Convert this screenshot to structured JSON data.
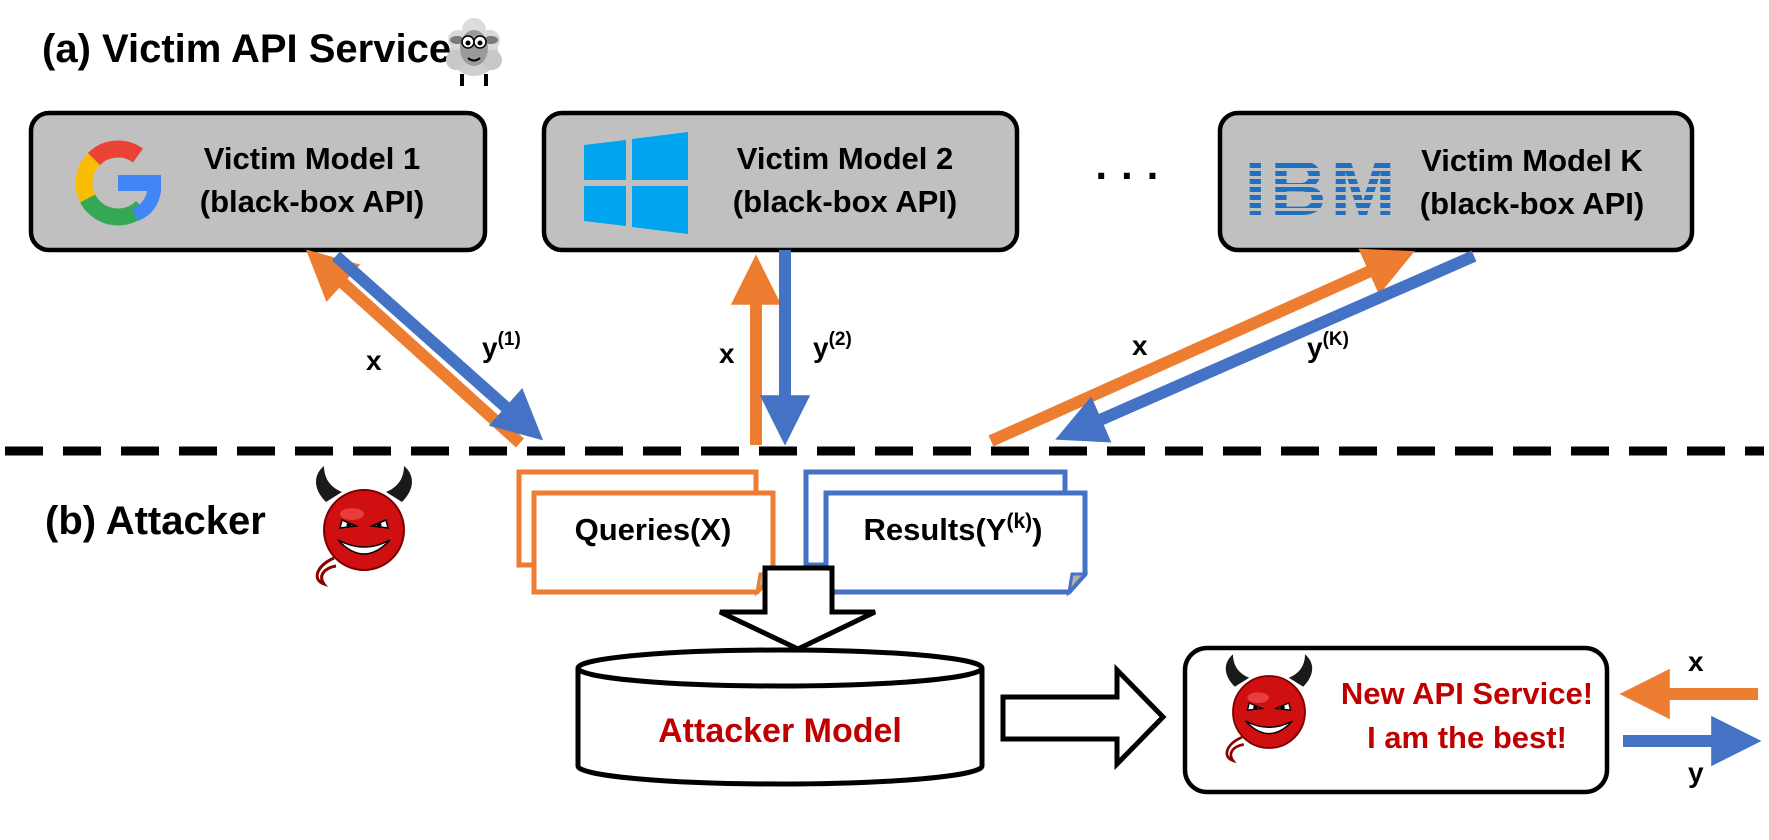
{
  "colors": {
    "orange": "#ED7D31",
    "blue": "#4472C4",
    "dark_red": "#C00000",
    "box_gray": "#C0C0C0",
    "line": "#000000",
    "windows_blue": "#00A4EF",
    "ibm_blue": "#1F70C1"
  },
  "sections": {
    "victim_title": "(a) Victim API Services",
    "attacker_title": "(b) Attacker"
  },
  "victims": [
    {
      "line1": "Victim Model 1",
      "line2": "(black-box API)",
      "logo": "google-logo"
    },
    {
      "line1": "Victim Model 2",
      "line2": "(black-box API)",
      "logo": "windows-logo"
    },
    {
      "line1": "Victim Model K",
      "line2": "(black-box API)",
      "logo": "ibm-logo"
    }
  ],
  "ellipsis": "· · ·",
  "ibm_logo_text": "IBM",
  "arrow_labels": {
    "x": "x",
    "y": "y",
    "y1_sup": "(1)",
    "y2_sup": "(2)",
    "yK_sup": "(K)"
  },
  "documents": {
    "queries": "Queries(X)",
    "results_prefix": "Results(Y",
    "results_sup": "(k)",
    "results_suffix": ")"
  },
  "attacker_model": "Attacker Model",
  "new_service": {
    "line1": "New API Service!",
    "line2": "I am the best!"
  },
  "icons": {
    "sheep": "sheep-icon",
    "devil": "devil-icon"
  }
}
